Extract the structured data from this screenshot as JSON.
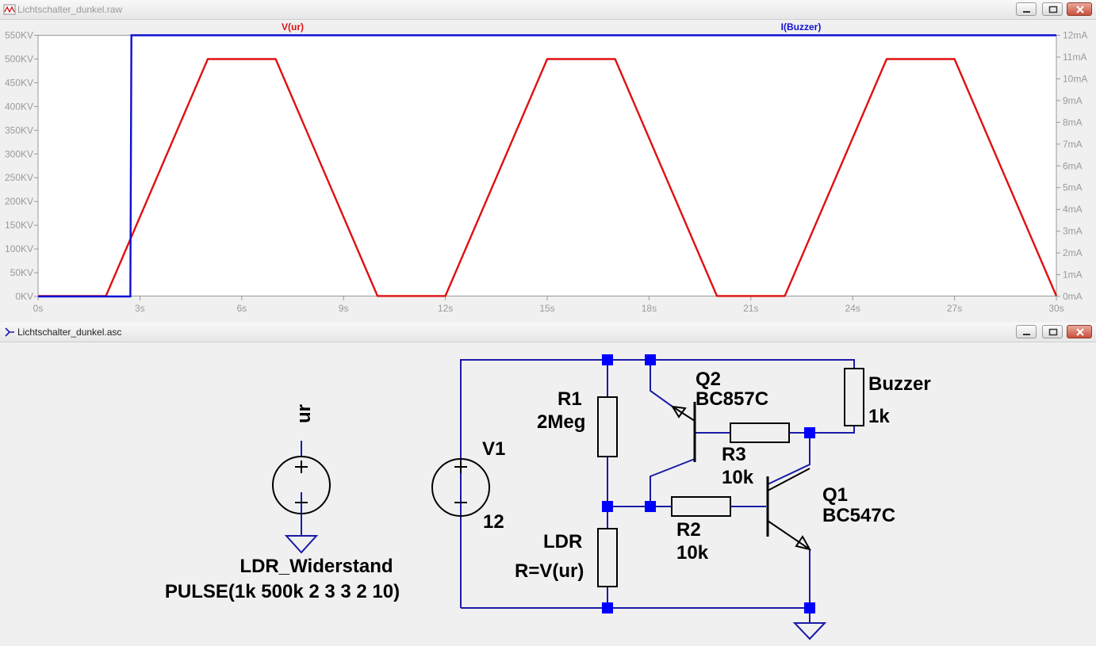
{
  "plot_window": {
    "title": "Lichtschalter_dunkel.raw",
    "buttons": {
      "minimize": "minimize",
      "maximize": "maximize",
      "close": "close"
    }
  },
  "schematic_window": {
    "title": "Lichtschalter_dunkel.asc",
    "buttons": {
      "minimize": "minimize",
      "maximize": "maximize",
      "close": "close"
    }
  },
  "chart_data": {
    "type": "line",
    "x_ticks": [
      "0s",
      "3s",
      "6s",
      "9s",
      "12s",
      "15s",
      "18s",
      "21s",
      "24s",
      "27s",
      "30s"
    ],
    "xlim": [
      0,
      30
    ],
    "y_left_ticks": [
      "0KV",
      "50KV",
      "100KV",
      "150KV",
      "200KV",
      "250KV",
      "300KV",
      "350KV",
      "400KV",
      "450KV",
      "500KV",
      "550KV"
    ],
    "ylim_left": [
      0,
      550
    ],
    "y_right_ticks": [
      "0mA",
      "1mA",
      "2mA",
      "3mA",
      "4mA",
      "5mA",
      "6mA",
      "7mA",
      "8mA",
      "9mA",
      "10mA",
      "11mA",
      "12mA"
    ],
    "ylim_right": [
      0,
      12
    ],
    "grid": false,
    "series": [
      {
        "name": "V(ur)",
        "color": "#e01010",
        "axis": "left",
        "x": [
          0,
          2,
          5,
          7,
          10,
          12,
          15,
          17,
          20,
          22,
          25,
          27,
          30
        ],
        "y": [
          1,
          1,
          500,
          500,
          1,
          1,
          500,
          500,
          1,
          1,
          500,
          500,
          1
        ]
      },
      {
        "name": "I(Buzzer)",
        "color": "#1010d0",
        "axis": "right",
        "x": [
          0,
          2.72,
          2.72,
          2.75,
          30
        ],
        "y": [
          0,
          0,
          0.3,
          12,
          12
        ]
      }
    ]
  },
  "schematic": {
    "colors": {
      "wire": "#1a1aa8",
      "node": "#0000ff",
      "text": "#000000"
    },
    "labels": {
      "ur": "ur",
      "ldr_widerstand": "LDR_Widerstand",
      "pulse": "PULSE(1k 500k 2 3 3 2 10)",
      "v1_name": "V1",
      "v1_value": "12",
      "r1_name": "R1",
      "r1_value": "2Meg",
      "ldr_name": "LDR",
      "ldr_value": "R=V(ur)",
      "q2_name": "Q2",
      "q2_value": "BC857C",
      "r3_name": "R3",
      "r3_value": "10k",
      "r2_name": "R2",
      "r2_value": "10k",
      "q1_name": "Q1",
      "q1_value": "BC547C",
      "buzzer_name": "Buzzer",
      "buzzer_value": "1k"
    }
  }
}
